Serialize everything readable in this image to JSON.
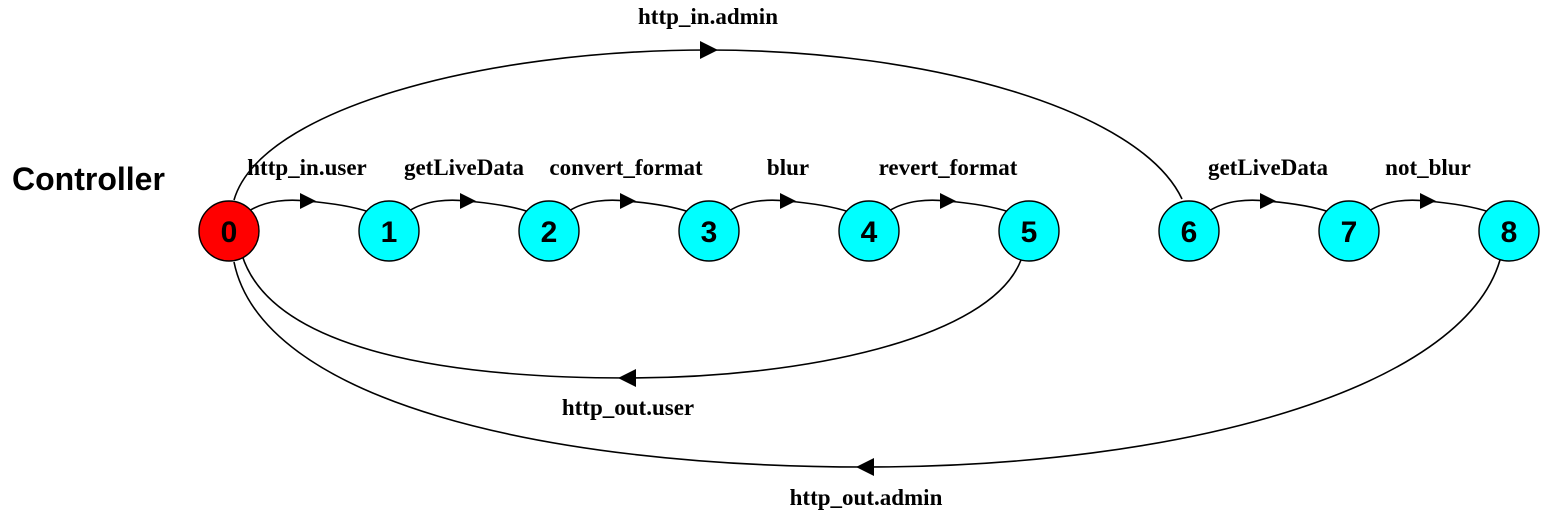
{
  "title": "Controller",
  "colors": {
    "start": "#ff0000",
    "state": "#00ffff",
    "line": "#000000"
  },
  "nodes": [
    {
      "id": "0",
      "label": "0",
      "role": "start"
    },
    {
      "id": "1",
      "label": "1",
      "role": "state"
    },
    {
      "id": "2",
      "label": "2",
      "role": "state"
    },
    {
      "id": "3",
      "label": "3",
      "role": "state"
    },
    {
      "id": "4",
      "label": "4",
      "role": "state"
    },
    {
      "id": "5",
      "label": "5",
      "role": "state"
    },
    {
      "id": "6",
      "label": "6",
      "role": "state"
    },
    {
      "id": "7",
      "label": "7",
      "role": "state"
    },
    {
      "id": "8",
      "label": "8",
      "role": "state"
    }
  ],
  "edges": [
    {
      "id": "e01",
      "from": "0",
      "to": "1",
      "label": "http_in.user"
    },
    {
      "id": "e12",
      "from": "1",
      "to": "2",
      "label": "getLiveData"
    },
    {
      "id": "e23",
      "from": "2",
      "to": "3",
      "label": "convert_format"
    },
    {
      "id": "e34",
      "from": "3",
      "to": "4",
      "label": "blur"
    },
    {
      "id": "e45",
      "from": "4",
      "to": "5",
      "label": "revert_format"
    },
    {
      "id": "e67",
      "from": "6",
      "to": "7",
      "label": "getLiveData"
    },
    {
      "id": "e78",
      "from": "7",
      "to": "8",
      "label": "not_blur"
    },
    {
      "id": "e06",
      "from": "0",
      "to": "6",
      "label": "http_in.admin"
    },
    {
      "id": "e50",
      "from": "5",
      "to": "0",
      "label": "http_out.user"
    },
    {
      "id": "e80",
      "from": "8",
      "to": "0",
      "label": "http_out.admin"
    }
  ]
}
